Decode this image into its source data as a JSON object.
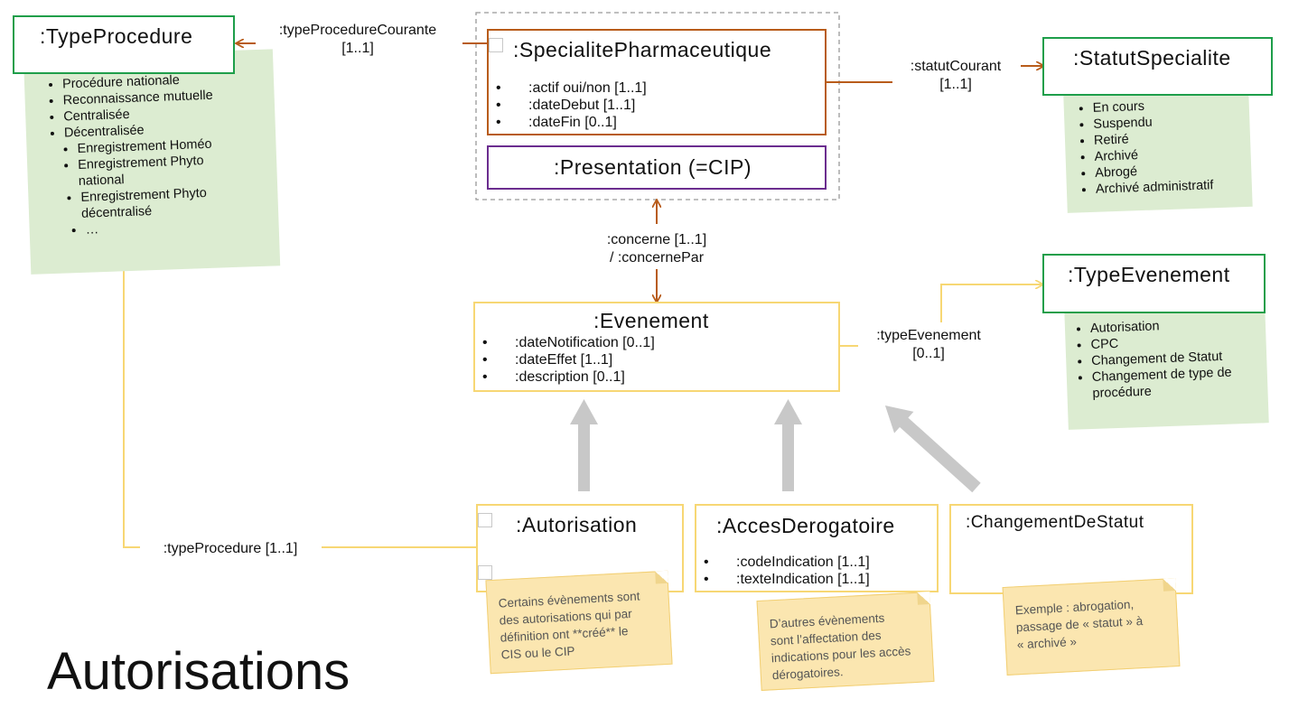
{
  "slide_title": "Autorisations",
  "classes": {
    "type_procedure": {
      "title": ":TypeProcedure",
      "values": [
        "Procédure nationale",
        "Reconnaissance mutuelle",
        "Centralisée",
        "Décentralisée",
        "Enregistrement Homéo",
        "Enregistrement Phyto national",
        "Enregistrement Phyto décentralisé",
        "…"
      ]
    },
    "specialite": {
      "title": ":SpecialitePharmaceutique",
      "attributes": [
        ":actif oui/non [1..1]",
        ":dateDebut [1..1]",
        ":dateFin [0..1]"
      ]
    },
    "presentation": {
      "title": ":Presentation (=CIP)"
    },
    "statut_specialite": {
      "title": ":StatutSpecialite",
      "values": [
        "En cours",
        "Suspendu",
        "Retiré",
        "Archivé",
        "Abrogé",
        "Archivé administratif"
      ]
    },
    "evenement": {
      "title": ":Evenement",
      "attributes": [
        ":dateNotification [0..1]",
        ":dateEffet [1..1]",
        ":description [0..1]"
      ]
    },
    "type_evenement": {
      "title": ":TypeEvenement",
      "values": [
        "Autorisation",
        "CPC",
        "Changement de Statut",
        "Changement de type de procédure"
      ]
    },
    "autorisation": {
      "title": ":Autorisation"
    },
    "acces_derogatoire": {
      "title": ":AccesDerogatoire",
      "attributes": [
        ":codeIndication [1..1]",
        ":texteIndication [1..1]"
      ]
    },
    "changement_statut": {
      "title": ":ChangementDeStatut"
    }
  },
  "relations": {
    "type_procedure_courante": {
      "line1": ":typeProcedureCourante",
      "line2": "[1..1]"
    },
    "statut_courant": {
      "line1": ":statutCourant",
      "line2": "[1..1]"
    },
    "concerne": {
      "line1": ":concerne [1..1]",
      "line2": "/ :concernePar"
    },
    "type_evenement": {
      "line1": ":typeEvenement",
      "line2": "[0..1]"
    },
    "type_procedure": {
      "line1": ":typeProcedure [1..1]"
    }
  },
  "notes": {
    "autorisation": [
      "Certains évènements sont",
      "des autorisations qui par",
      "définition ont **créé** le",
      "CIS ou le CIP"
    ],
    "acces": [
      "D’autres évènements",
      "sont l’affectation des",
      "indications pour les accès",
      "dérogatoires."
    ],
    "changement": [
      "Exemple : abrogation,",
      "passage de « statut » à",
      "« archivé »"
    ]
  },
  "colors": {
    "green": "#1e9e4a",
    "orange": "#b85c1a",
    "purple": "#6b2d8f",
    "yellow": "#f7d774",
    "note_green": "#dcecd1",
    "note_yellow": "#fbe6b0",
    "gray_arrow": "#c8c8c8"
  }
}
